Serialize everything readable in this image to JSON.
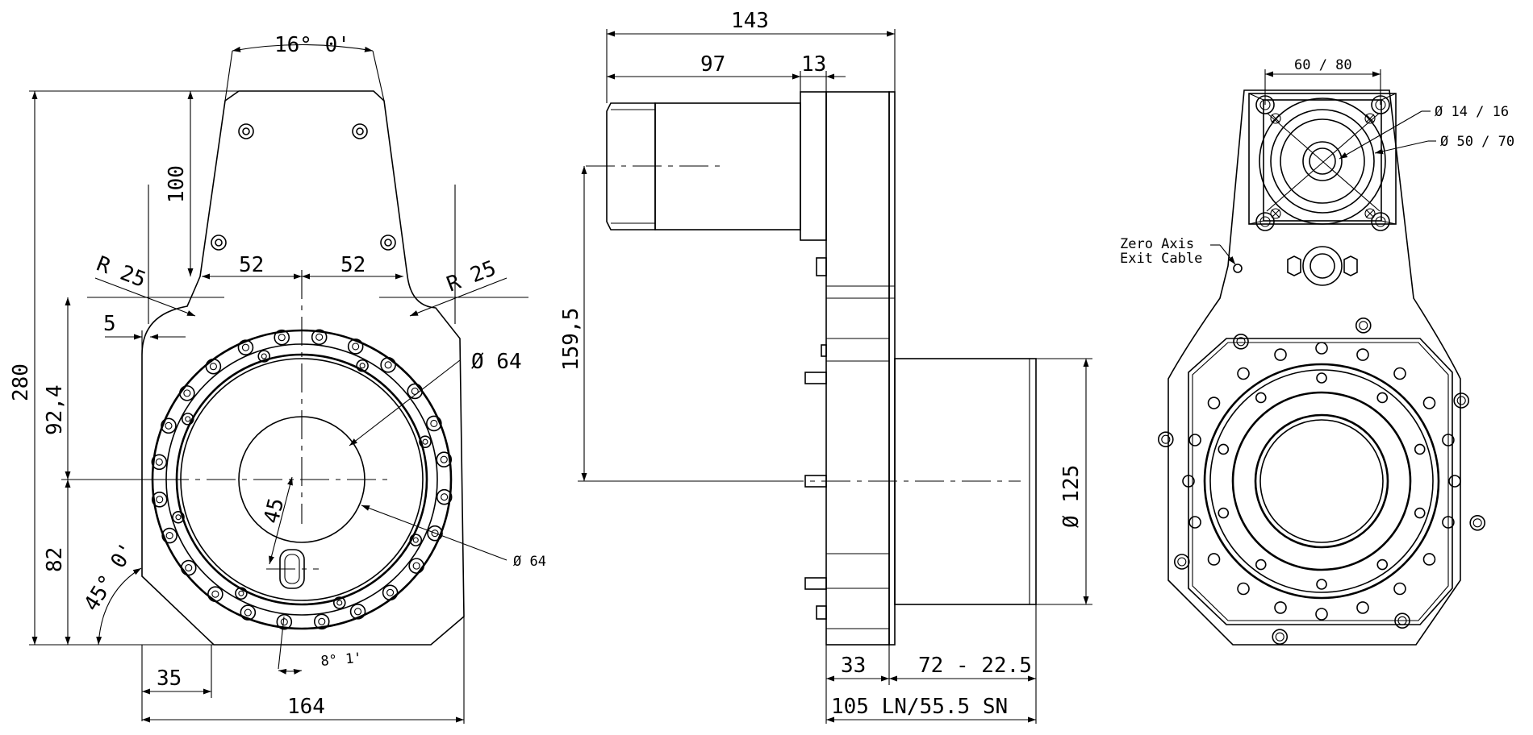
{
  "view_left": {
    "dim_angle_top": "16° 0'",
    "dim_100": "100",
    "dim_52_left": "52",
    "dim_52_right": "52",
    "radius_left": "R 25",
    "radius_right": "R 25",
    "dim_5": "5",
    "dim_280": "280",
    "dim_92_4": "92,4",
    "dim_82": "82",
    "dim_angle_45": "45° 0'",
    "dim_35": "35",
    "dim_164": "164",
    "dim_45": "45",
    "dim_8_1": "8° 1'",
    "dia_64_upper": "Ø 64",
    "dia_64_lower": "Ø 64"
  },
  "view_middle": {
    "dim_143": "143",
    "dim_97": "97",
    "dim_13": "13",
    "dim_159_5": "159,5",
    "dia_125": "Ø 125",
    "dim_33": "33",
    "dim_72_22_5": "72 - 22.5",
    "dim_105": "105 LN/55.5 SN"
  },
  "view_right": {
    "dim_60_80": "60 / 80",
    "dia_14_16": "Ø 14 / 16",
    "dia_50_70": "Ø 50 / 70",
    "zero_axis_line1": "Zero Axis",
    "zero_axis_line2": "Exit Cable"
  }
}
